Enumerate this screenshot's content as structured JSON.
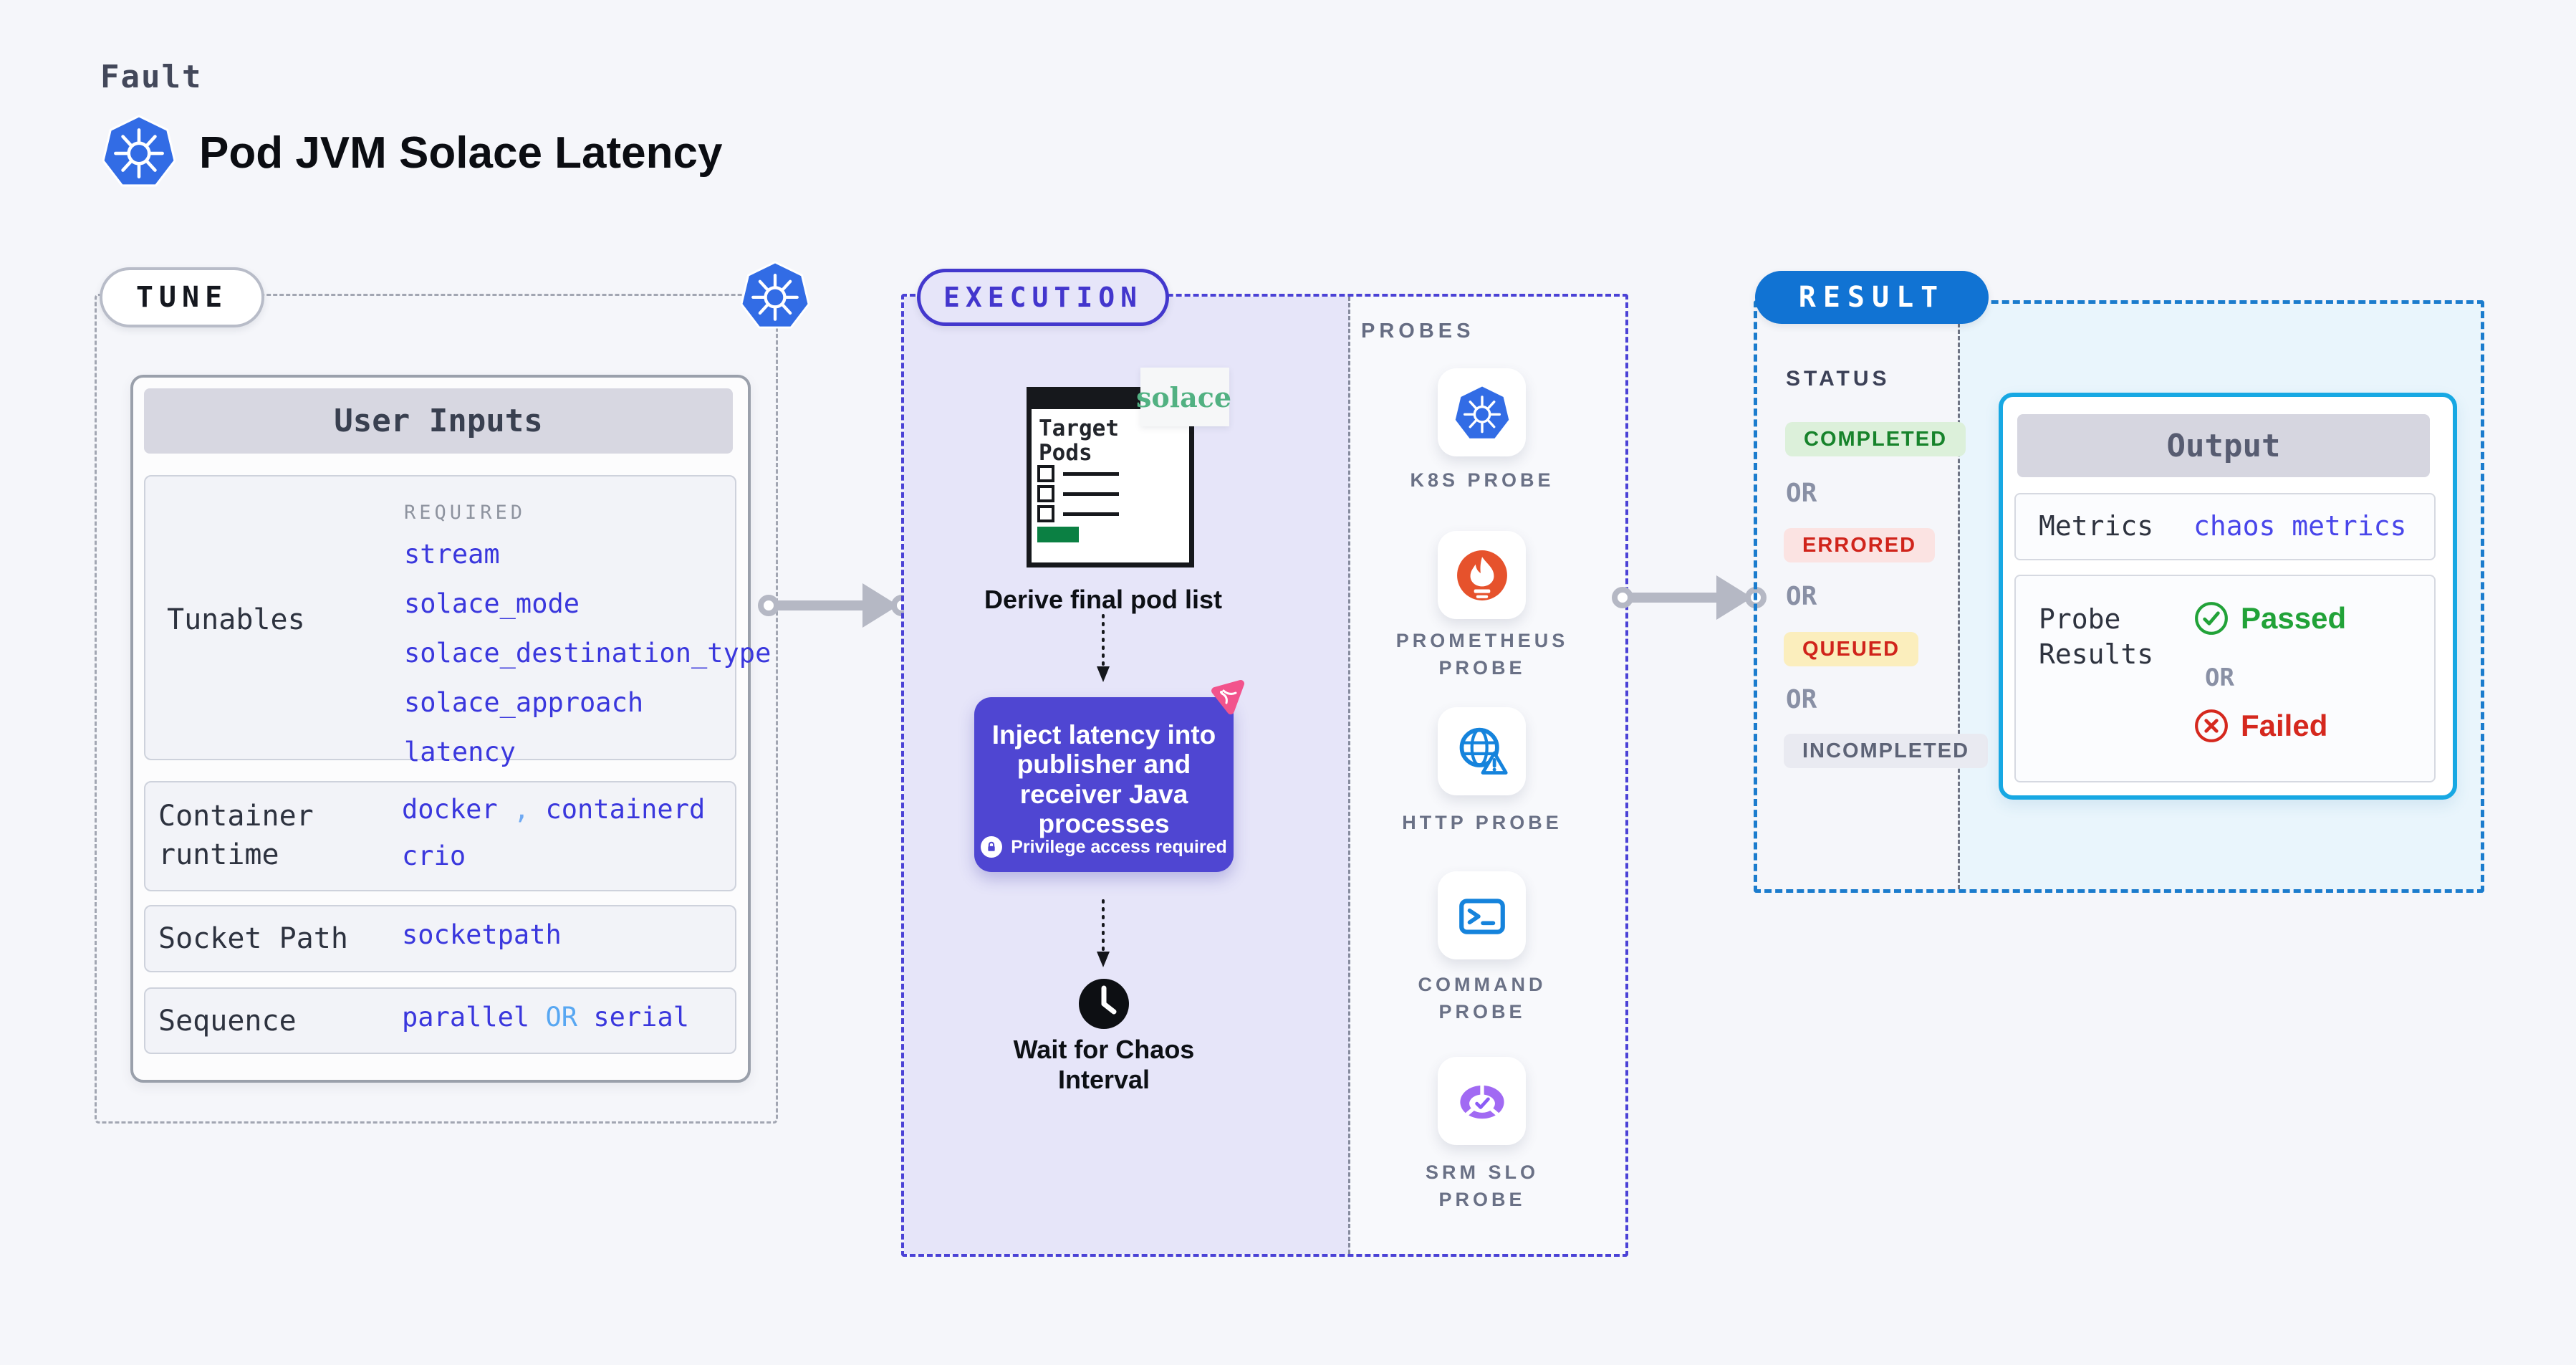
{
  "header": {
    "category_label": "Fault",
    "title": "Pod JVM Solace Latency"
  },
  "tune": {
    "pill_label": "TUNE",
    "user_inputs_title": "User Inputs",
    "tunables_row": {
      "label": "Tunables",
      "tag": "REQUIRED",
      "values": [
        "stream",
        "solace_mode",
        "solace_destination_type",
        "solace_approach",
        "latency"
      ]
    },
    "container_runtime_row": {
      "label": "Container runtime",
      "value_1": "docker",
      "separator": ",",
      "value_2": "containerd",
      "value_3": "crio"
    },
    "socket_path_row": {
      "label": "Socket Path",
      "value": "socketpath"
    },
    "sequence_row": {
      "label": "Sequence",
      "value_1": "parallel",
      "or": "OR",
      "value_2": "serial"
    }
  },
  "execution": {
    "pill_label": "EXECUTION",
    "target_pods_window": {
      "title": "Target Pods"
    },
    "solace_logo_text": "solace",
    "derive_step_label": "Derive final pod list",
    "inject_step": {
      "lines": [
        "Inject latency into",
        "publisher and",
        "receiver Java",
        "processes"
      ],
      "privilege_note": "Privilege access required"
    },
    "wait_step_label": "Wait for Chaos Interval"
  },
  "probes": {
    "title": "PROBES",
    "items": [
      {
        "icon": "kubernetes-icon",
        "label": "K8S PROBE"
      },
      {
        "icon": "prometheus-icon",
        "label": "PROMETHEUS PROBE"
      },
      {
        "icon": "http-globe-warning-icon",
        "label": "HTTP PROBE"
      },
      {
        "icon": "terminal-icon",
        "label": "COMMAND PROBE"
      },
      {
        "icon": "slo-pie-check-icon",
        "label": "SRM SLO PROBE"
      }
    ]
  },
  "result": {
    "pill_label": "RESULT",
    "status_heading": "STATUS",
    "or_label": "OR",
    "status_badges": [
      "COMPLETED",
      "ERRORED",
      "QUEUED",
      "INCOMPLETED"
    ],
    "output": {
      "title": "Output",
      "metrics_label": "Metrics",
      "metrics_value": "chaos metrics",
      "probe_results_label": "Probe Results",
      "passed_label": "Passed",
      "or_label": "OR",
      "failed_label": "Failed"
    }
  },
  "colors": {
    "page_background": "#f5f6fa",
    "kubernetes_blue": "#326ce5",
    "tune_border_gray": "#a2a6b2",
    "execution_indigo": "#4b42d6",
    "execution_fill_lavender": "#e6e5f9",
    "inject_box_purple": "#4f46d2",
    "pinwheel_pink": "#f2538c",
    "solace_green": "#52b182",
    "target_pods_green": "#0b8043",
    "result_pill_blue": "#1173d3",
    "result_border_blue": "#1b7ccd",
    "result_fill_cyan": "#e9f5fc",
    "output_border_cyan": "#17a8e3",
    "value_blue": "#3a37dd",
    "value_or_lightblue": "#58a7f2",
    "completed_green": "#17832b",
    "completed_bg": "#dcf0da",
    "errored_red": "#d0241b",
    "errored_bg": "#fbe3e2",
    "queued_bg": "#fbeebd",
    "incompleted_gray": "#5d6376",
    "incompleted_bg": "#e9eaf1",
    "passed_green": "#21a238",
    "failed_red": "#d5281e",
    "prometheus_orange": "#e6522c",
    "probe_icon_blue": "#1583dc",
    "srm_purple": "#a16af3",
    "arrow_gray": "#b5b8c4"
  }
}
